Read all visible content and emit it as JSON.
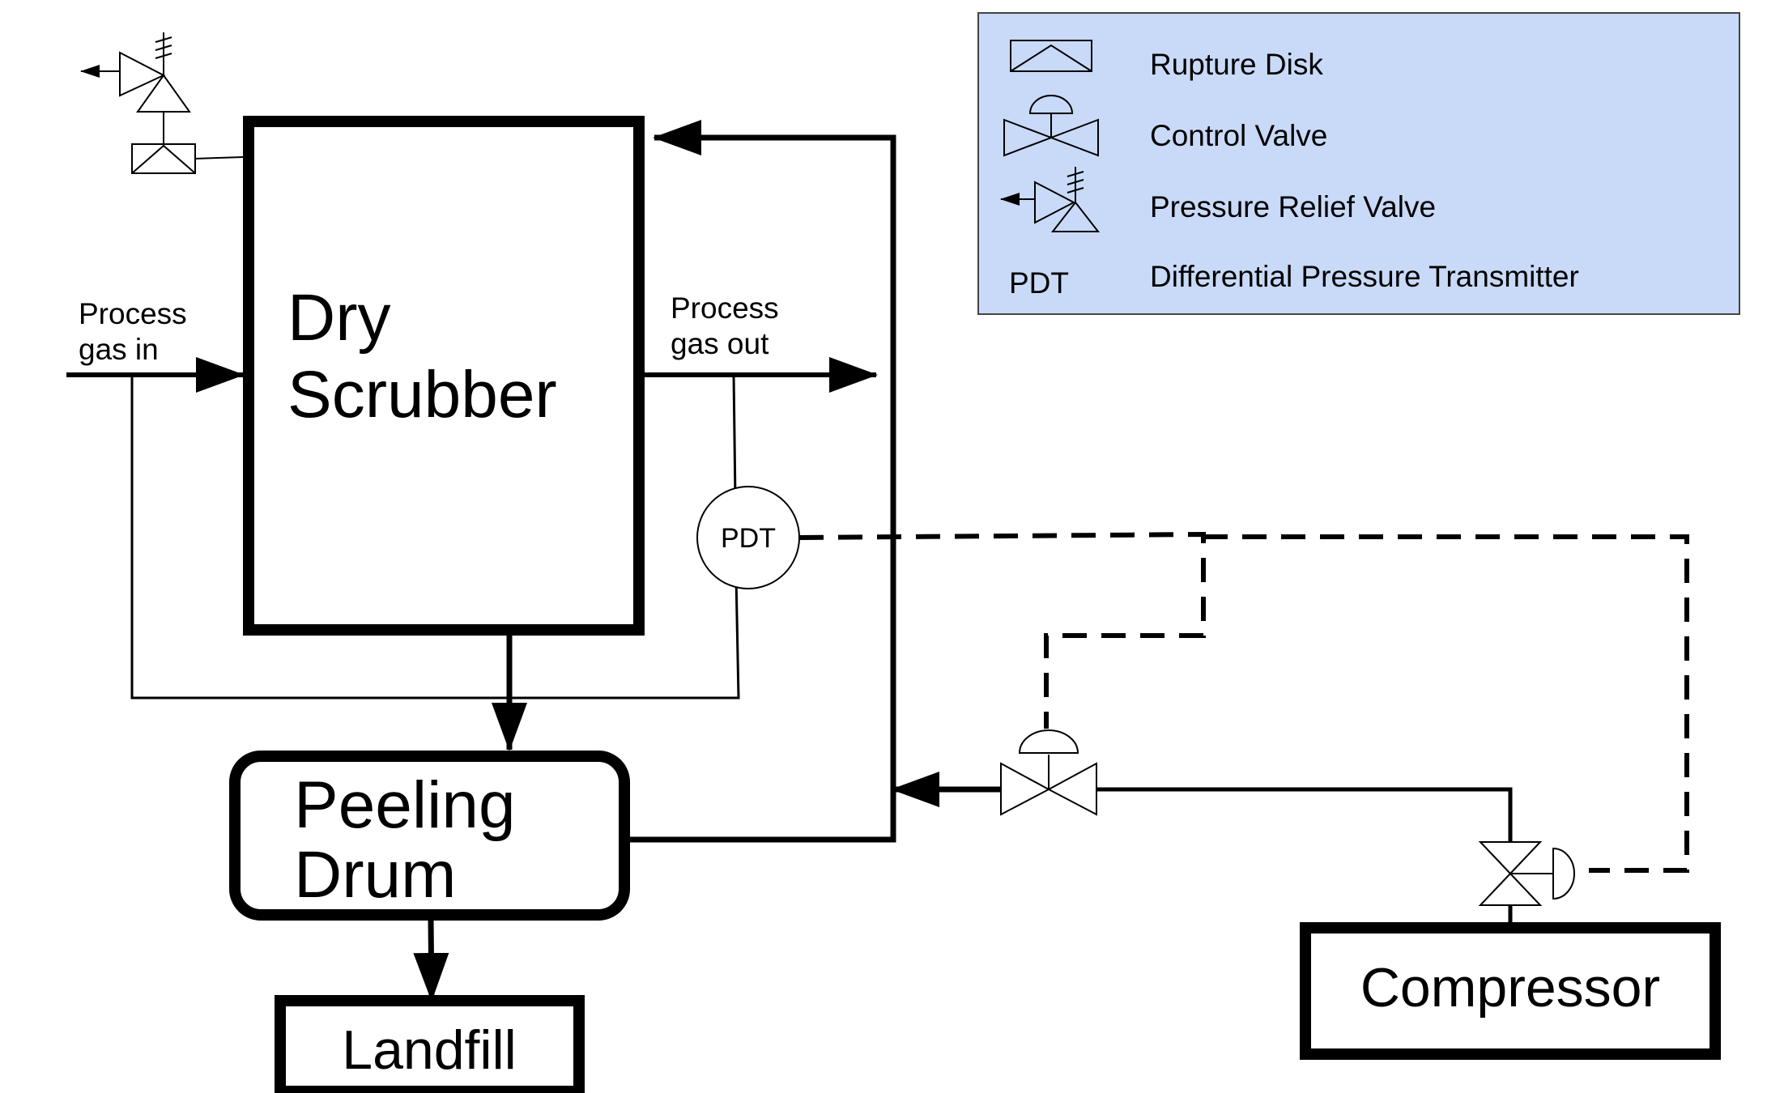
{
  "equipment": {
    "dry_scrubber": {
      "line1": "Dry",
      "line2": "Scrubber"
    },
    "peeling_drum": {
      "line1": "Peeling",
      "line2": "Drum"
    },
    "landfill": "Landfill",
    "compressor": "Compressor"
  },
  "streams": {
    "process_in": {
      "line1": "Process",
      "line2": "gas in"
    },
    "process_out": {
      "line1": "Process",
      "line2": "gas out"
    }
  },
  "instrument": {
    "pdt": "PDT"
  },
  "legend": {
    "background": "#c9daf8",
    "items": [
      {
        "symbol": "rupture-disk",
        "label": "Rupture Disk"
      },
      {
        "symbol": "control-valve",
        "label": "Control Valve"
      },
      {
        "symbol": "pressure-relief-valve",
        "label": "Pressure Relief Valve"
      },
      {
        "symbol": "PDT",
        "label": "Differential Pressure Transmitter"
      }
    ]
  }
}
